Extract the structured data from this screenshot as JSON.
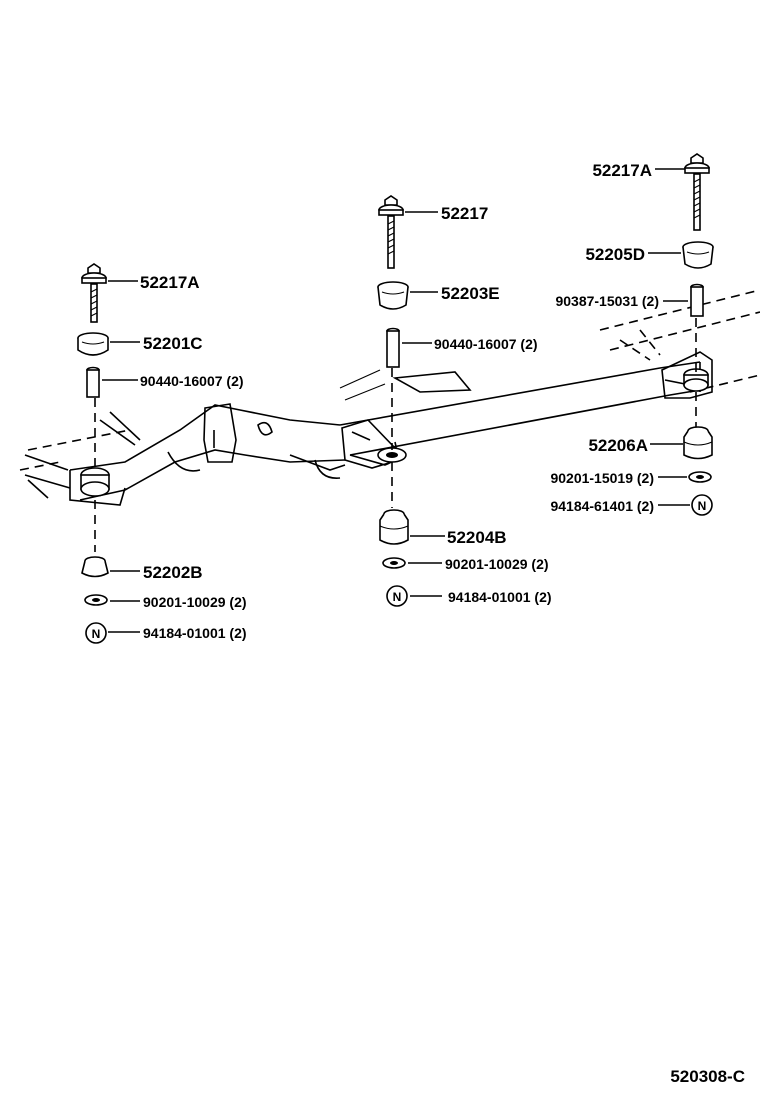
{
  "diagram": {
    "code": "520308-C",
    "n_mark": "N",
    "groups": {
      "left": [
        {
          "id": "52217A"
        },
        {
          "id": "52201C"
        },
        {
          "id": "90440-16007 (2)"
        },
        {
          "id": "52202B"
        },
        {
          "id": "90201-10029 (2)"
        },
        {
          "id": "94184-01001 (2)"
        }
      ],
      "center": [
        {
          "id": "52217"
        },
        {
          "id": "52203E"
        },
        {
          "id": "90440-16007 (2)"
        },
        {
          "id": "52204B"
        },
        {
          "id": "90201-10029 (2)"
        },
        {
          "id": "94184-01001 (2)"
        }
      ],
      "right": [
        {
          "id": "52217A"
        },
        {
          "id": "52205D"
        },
        {
          "id": "90387-15031 (2)"
        },
        {
          "id": "52206A"
        },
        {
          "id": "90201-15019 (2)"
        },
        {
          "id": "94184-61401 (2)"
        }
      ]
    }
  }
}
